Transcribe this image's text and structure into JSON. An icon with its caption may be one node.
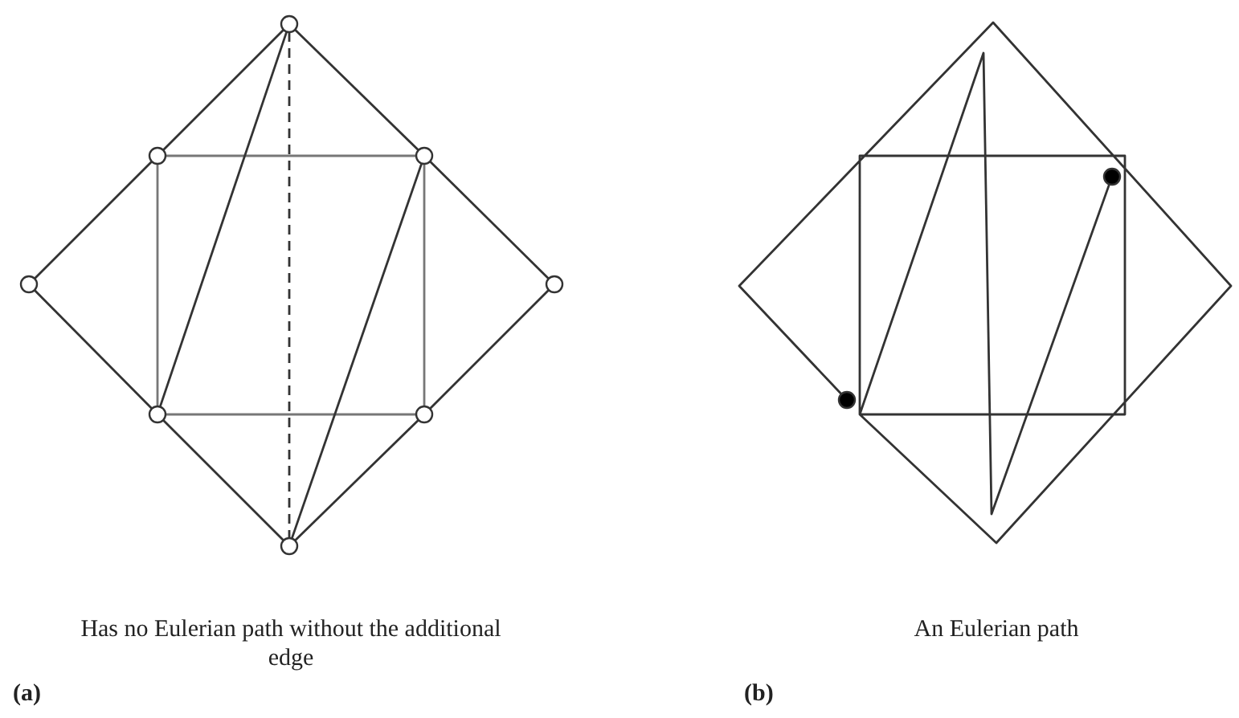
{
  "diagram": {
    "nodes": [
      {
        "text": [],
        "shape": "circle"
      },
      {
        "text": [],
        "shape": "circle"
      },
      {
        "text": [],
        "shape": "circle"
      },
      {
        "text": [],
        "shape": "circle"
      },
      {
        "text": [],
        "shape": "circle"
      },
      {
        "text": [],
        "shape": "circle"
      },
      {
        "text": [],
        "shape": "circle"
      },
      {
        "text": [],
        "shape": "circle"
      },
      {
        "text": [],
        "shape": "circle"
      },
      {
        "text": [],
        "shape": "circle"
      }
    ],
    "edges": [
      {
        "from": 0,
        "to": 1,
        "arrow": "none"
      },
      {
        "from": 0,
        "to": 2,
        "arrow": "none"
      },
      {
        "from": 1,
        "to": 3,
        "arrow": "none"
      },
      {
        "from": 2,
        "to": 4,
        "arrow": "none"
      },
      {
        "from": 3,
        "to": 5,
        "arrow": "none"
      },
      {
        "from": 4,
        "to": 6,
        "arrow": "none"
      },
      {
        "from": 5,
        "to": 7,
        "arrow": "none"
      },
      {
        "from": 6,
        "to": 7,
        "arrow": "none"
      },
      {
        "from": 1,
        "to": 2,
        "arrow": "none"
      },
      {
        "from": 5,
        "to": 6,
        "arrow": "none"
      },
      {
        "from": 1,
        "to": 5,
        "arrow": "none"
      },
      {
        "from": 2,
        "to": 6,
        "arrow": "none"
      },
      {
        "from": 5,
        "to": 0,
        "arrow": "none"
      },
      {
        "from": 2,
        "to": 7,
        "arrow": "none"
      },
      {
        "from": 0,
        "to": 7,
        "arrow": "none",
        "style": "dashed"
      },
      {
        "from": 9,
        "to": 8,
        "arrow": "none"
      }
    ],
    "labels": [
      "Has no Eulerian path without the additional edge",
      "An Eulerian path",
      "(a)",
      "(b)"
    ]
  }
}
